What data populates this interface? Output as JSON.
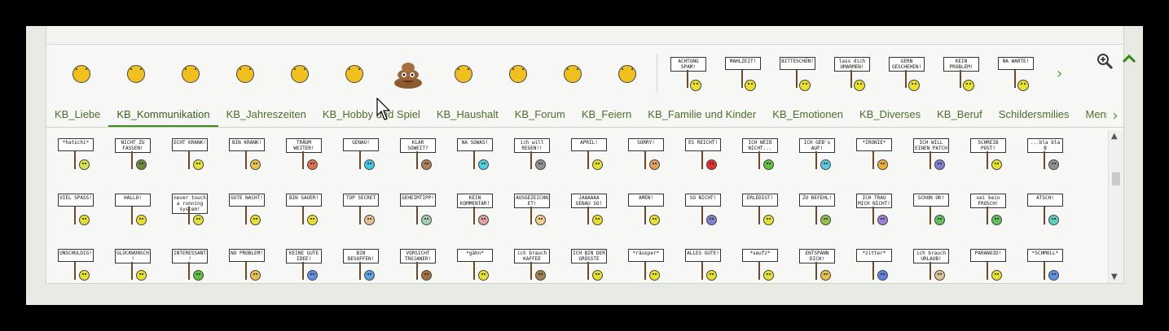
{
  "recent": [
    {
      "name": "couple-smiley-icon"
    },
    {
      "name": "grin-smiley-icon"
    },
    {
      "name": "scared-smiley-icon"
    },
    {
      "name": "thinking-smiley-icon"
    },
    {
      "name": "computer-smiley-icon"
    },
    {
      "name": "monitor-smiley-icon"
    },
    {
      "name": "poop-emoji-icon"
    },
    {
      "name": "plane-smiley-icon"
    },
    {
      "name": "tictactoe-smiley-icon"
    },
    {
      "name": "door-flowers-smiley-icon"
    },
    {
      "name": "handshake-smiley-icon"
    },
    {
      "name": "sign-achtung-spam",
      "sign": "ACHTUNG SPAM!"
    },
    {
      "name": "sign-mahlzeit",
      "sign": "MAHLZEIT!"
    },
    {
      "name": "sign-bitteschoen",
      "sign": "BITTESCHÖN!"
    },
    {
      "name": "sign-lass-dich-umarmen",
      "sign": "lass dich UMARMEN!"
    },
    {
      "name": "sign-gern-geschehen",
      "sign": "GERN GESCHEHEN!"
    },
    {
      "name": "sign-kein-problem",
      "sign": "KEIN PROBLEM!"
    },
    {
      "name": "sign-na-warte",
      "sign": "NA WARTE!"
    }
  ],
  "tabs": [
    "KB_Liebe",
    "KB_Kommunikation",
    "KB_Jahreszeiten",
    "KB_Hobby und Spiel",
    "KB_Haushalt",
    "KB_Forum",
    "KB_Feiern",
    "KB_Familie und Kinder",
    "KB_Emotionen",
    "KB_Diverses",
    "KB_Beruf",
    "Schildersmilies",
    "Menschen",
    "N"
  ],
  "active_tab": "KB_Kommunikation",
  "grid": [
    [
      {
        "sign": "*hatschi*",
        "c": "#d9e24a"
      },
      {
        "sign": "NICHT ZU FASSEN!",
        "c": "#6d8a3a"
      },
      {
        "sign": "ECHT KRANK!",
        "c": "#e8e030"
      },
      {
        "sign": "BIN KRANK!",
        "c": "#e8c050"
      },
      {
        "sign": "TRÄUM WEITER!",
        "c": "#e07050"
      },
      {
        "sign": "GENAU!",
        "c": "#40c8e0"
      },
      {
        "sign": "KLAR SOWEIT?",
        "c": "#b08050"
      },
      {
        "sign": "NA SOWAS!",
        "c": "#50d0e0"
      },
      {
        "sign": "ich will REGEN!!",
        "c": "#909090"
      },
      {
        "sign": "APRIL!",
        "c": "#e8e030"
      },
      {
        "sign": "SORRY!",
        "c": "#e0a060"
      },
      {
        "sign": "ES REICHT!",
        "c": "#e03030"
      },
      {
        "sign": "ICH WEIß NICHT...",
        "c": "#60c040"
      },
      {
        "sign": "ICH GEB's AUF!",
        "c": "#60c8e0"
      },
      {
        "sign": "*IRONIE*",
        "c": "#e8b040"
      },
      {
        "sign": "ICH WILL EINEN PATCH",
        "c": "#8080d0"
      },
      {
        "sign": "SCHREIB POST!",
        "c": "#e8e030"
      },
      {
        "sign": "...bla bla B",
        "c": "#909090"
      }
    ],
    [
      {
        "sign": "VIEL SPASS!",
        "c": "#e8e030"
      },
      {
        "sign": "HALLO!",
        "c": "#e8e030"
      },
      {
        "sign": "never touch a running system!",
        "c": "#e8e030"
      },
      {
        "sign": "GUTE NACHT!",
        "c": "#e8e030"
      },
      {
        "sign": "BIN SAUER!",
        "c": "#e8e030"
      },
      {
        "sign": "TOP SECRET",
        "c": "#e8c090"
      },
      {
        "sign": "GEHEIMTIPP!",
        "c": "#a0d0b0"
      },
      {
        "sign": "KEIN KOMMENTAR!",
        "c": "#e0a0a0"
      },
      {
        "sign": "AUSGEZEICHNET!",
        "c": "#f0d090"
      },
      {
        "sign": "JAAAAAA GENAU SO!",
        "c": "#e8e030"
      },
      {
        "sign": "AMEN!",
        "c": "#e8e030"
      },
      {
        "sign": "SO NICHT!",
        "c": "#8080d0"
      },
      {
        "sign": "ERLEDIGT!",
        "c": "#e8e030"
      },
      {
        "sign": "ZU BEFEHL!",
        "c": "#90c050"
      },
      {
        "sign": "ICH TRAU MICH NICHT!",
        "c": "#a080d0"
      },
      {
        "sign": "SCHON OK!",
        "c": "#60c060"
      },
      {
        "sign": "sei kein FROSCH!",
        "c": "#60c060"
      },
      {
        "sign": "ATSCH!",
        "c": "#60d0c0"
      }
    ],
    [
      {
        "sign": "UNSCHULDIG!",
        "c": "#e8e030"
      },
      {
        "sign": "GLÜCKWUNSCH!",
        "c": "#e8e030"
      },
      {
        "sign": "INTERESSANT!",
        "c": "#60c040"
      },
      {
        "sign": "NO PROBLEM!",
        "c": "#e8c050"
      },
      {
        "sign": "KEINE GUTE IDEE!",
        "c": "#6090e0"
      },
      {
        "sign": "BIN BESOFFEN!",
        "c": "#60a0e0"
      },
      {
        "sign": "VORSICHT TROJANER!",
        "c": "#a07040"
      },
      {
        "sign": "*gähn*",
        "c": "#e8e030"
      },
      {
        "sign": "ich brauch KAFFEE",
        "c": "#a08050"
      },
      {
        "sign": "ICH BIN DER GRÖSSTE",
        "c": "#e8e030"
      },
      {
        "sign": "*räusper*",
        "c": "#e8e030"
      },
      {
        "sign": "ALLES GUTE!",
        "c": "#e8e030"
      },
      {
        "sign": "*seufz*",
        "c": "#e8e030"
      },
      {
        "sign": "ENTSPANN DICH!",
        "c": "#e8c050"
      },
      {
        "sign": "*zitter*",
        "c": "#6080e0"
      },
      {
        "sign": "ich brauch URLAUB!",
        "c": "#e0c090"
      },
      {
        "sign": "PARANOID!",
        "c": "#e8e030"
      },
      {
        "sign": "*SCHMOLL*",
        "c": "#6090e0"
      }
    ]
  ]
}
